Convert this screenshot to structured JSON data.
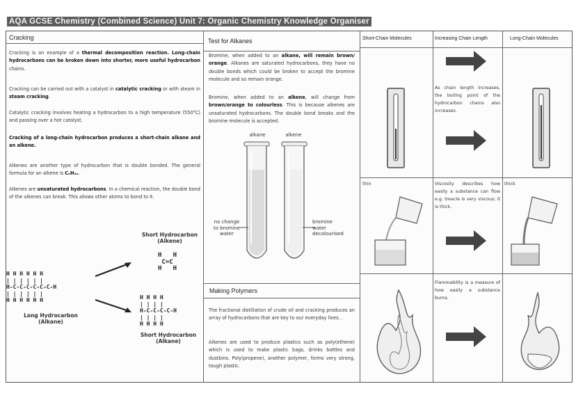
{
  "page": {
    "title": "AQA GCSE Chemistry (Combined Science) Unit 7: Organic Chemistry Knowledge Organiser"
  },
  "cracking": {
    "heading": "Cracking",
    "p1": [
      "Cracking is an example of a ",
      "thermal decomposition reaction. Long-chain hydrocarbons can be broken down into shorter, more useful hydrocarbon",
      " chains."
    ],
    "p2": [
      "Cracking can be carried out with a catalyst in ",
      "catalytic cracking",
      " or with steam in ",
      "steam cracking",
      "."
    ],
    "p3": "Catalytic cracking involves heating a hydrocarbon to a high temperature (550°C) and passing over a hot catalyst.",
    "p4": "Cracking of a long-chain hydrocarbon produces a short-chain alkane and an alkene.",
    "p5": [
      "Alkenes are another type of hydrocarbon that is double bonded. The general formula for an alkene is ",
      "CₙH₂ₙ",
      "."
    ],
    "p6": [
      "Alkenes are ",
      "unsaturated hydrocarbons",
      ". In a chemical reaction, the double bond of the alkenes can break. This allows other atoms to bond to it."
    ],
    "short_alkene_label": "Short Hydrocarbon\n(Alkene)",
    "short_alkane_label": "Short Hydrocarbon\n(Alkane)",
    "long_label": "Long Hydrocarbon\n(Alkane)",
    "alkene_formula": "H   H\n C=C\nH   H",
    "alkane_formula": "H H H H\n| | | |\nH-C-C-C-C-H\n| | | |\nH H H H",
    "long_formula": "H H H H H H\n| | | | | |\nH-C-C-C-C-C-C-H\n| | | | | |\nH H H H H H"
  },
  "test_alkanes": {
    "heading": "Test for Alkanes",
    "p1": [
      "Bromine, when added to an ",
      "alkane, will remain brown/ orange",
      ". Alkanes are saturated hydrocarbons, they have no double bonds which could be broken to accept the bromine molecule and so remain orange."
    ],
    "p2": [
      "Bromine, when added to an ",
      "alkene",
      ", will change from ",
      "brown/orange to colourless",
      ". This is because alkenes are unsaturated hydrocarbons. The double bond breaks and the bromine molecule is accepted."
    ],
    "tube_left_label": "alkane",
    "tube_right_label": "alkene",
    "left_caption": "no change\nto bromine\nwater",
    "right_caption": "bromine\nwater\ndecolourised"
  },
  "polymers": {
    "heading": "Making Polymers",
    "p1": "The fractional distillation of crude oil and cracking produces an array of hydrocarbons that are key to our everyday lives. .",
    "p2": "Alkenes are used to produce plastics such as poly(ethene) which is used to make plastic bags, drinks bottles and dustbins. Poly(propene), another polymer, forms very strong, tough plastic."
  },
  "properties": {
    "col_short": "Short-Chain Molecules",
    "col_increasing": "Increasing Chain Length",
    "col_long": "Long-Chain Molecules",
    "boiling_text": "As chain length increases, the boiling point of the hydrocarbon chains also increases.",
    "thin_label": "thin",
    "thick_label": "thick",
    "viscosity_text": "Viscosity describes how easily a substance can flow e.g. treacle is very viscous; it is thick.",
    "flammability_text": "Flammability is a measure of how easily a substance burns."
  },
  "icons": [
    "arrow-right-icon",
    "thermometer-icon",
    "pouring-beaker-icon",
    "flame-icon",
    "test-tube-icon"
  ]
}
